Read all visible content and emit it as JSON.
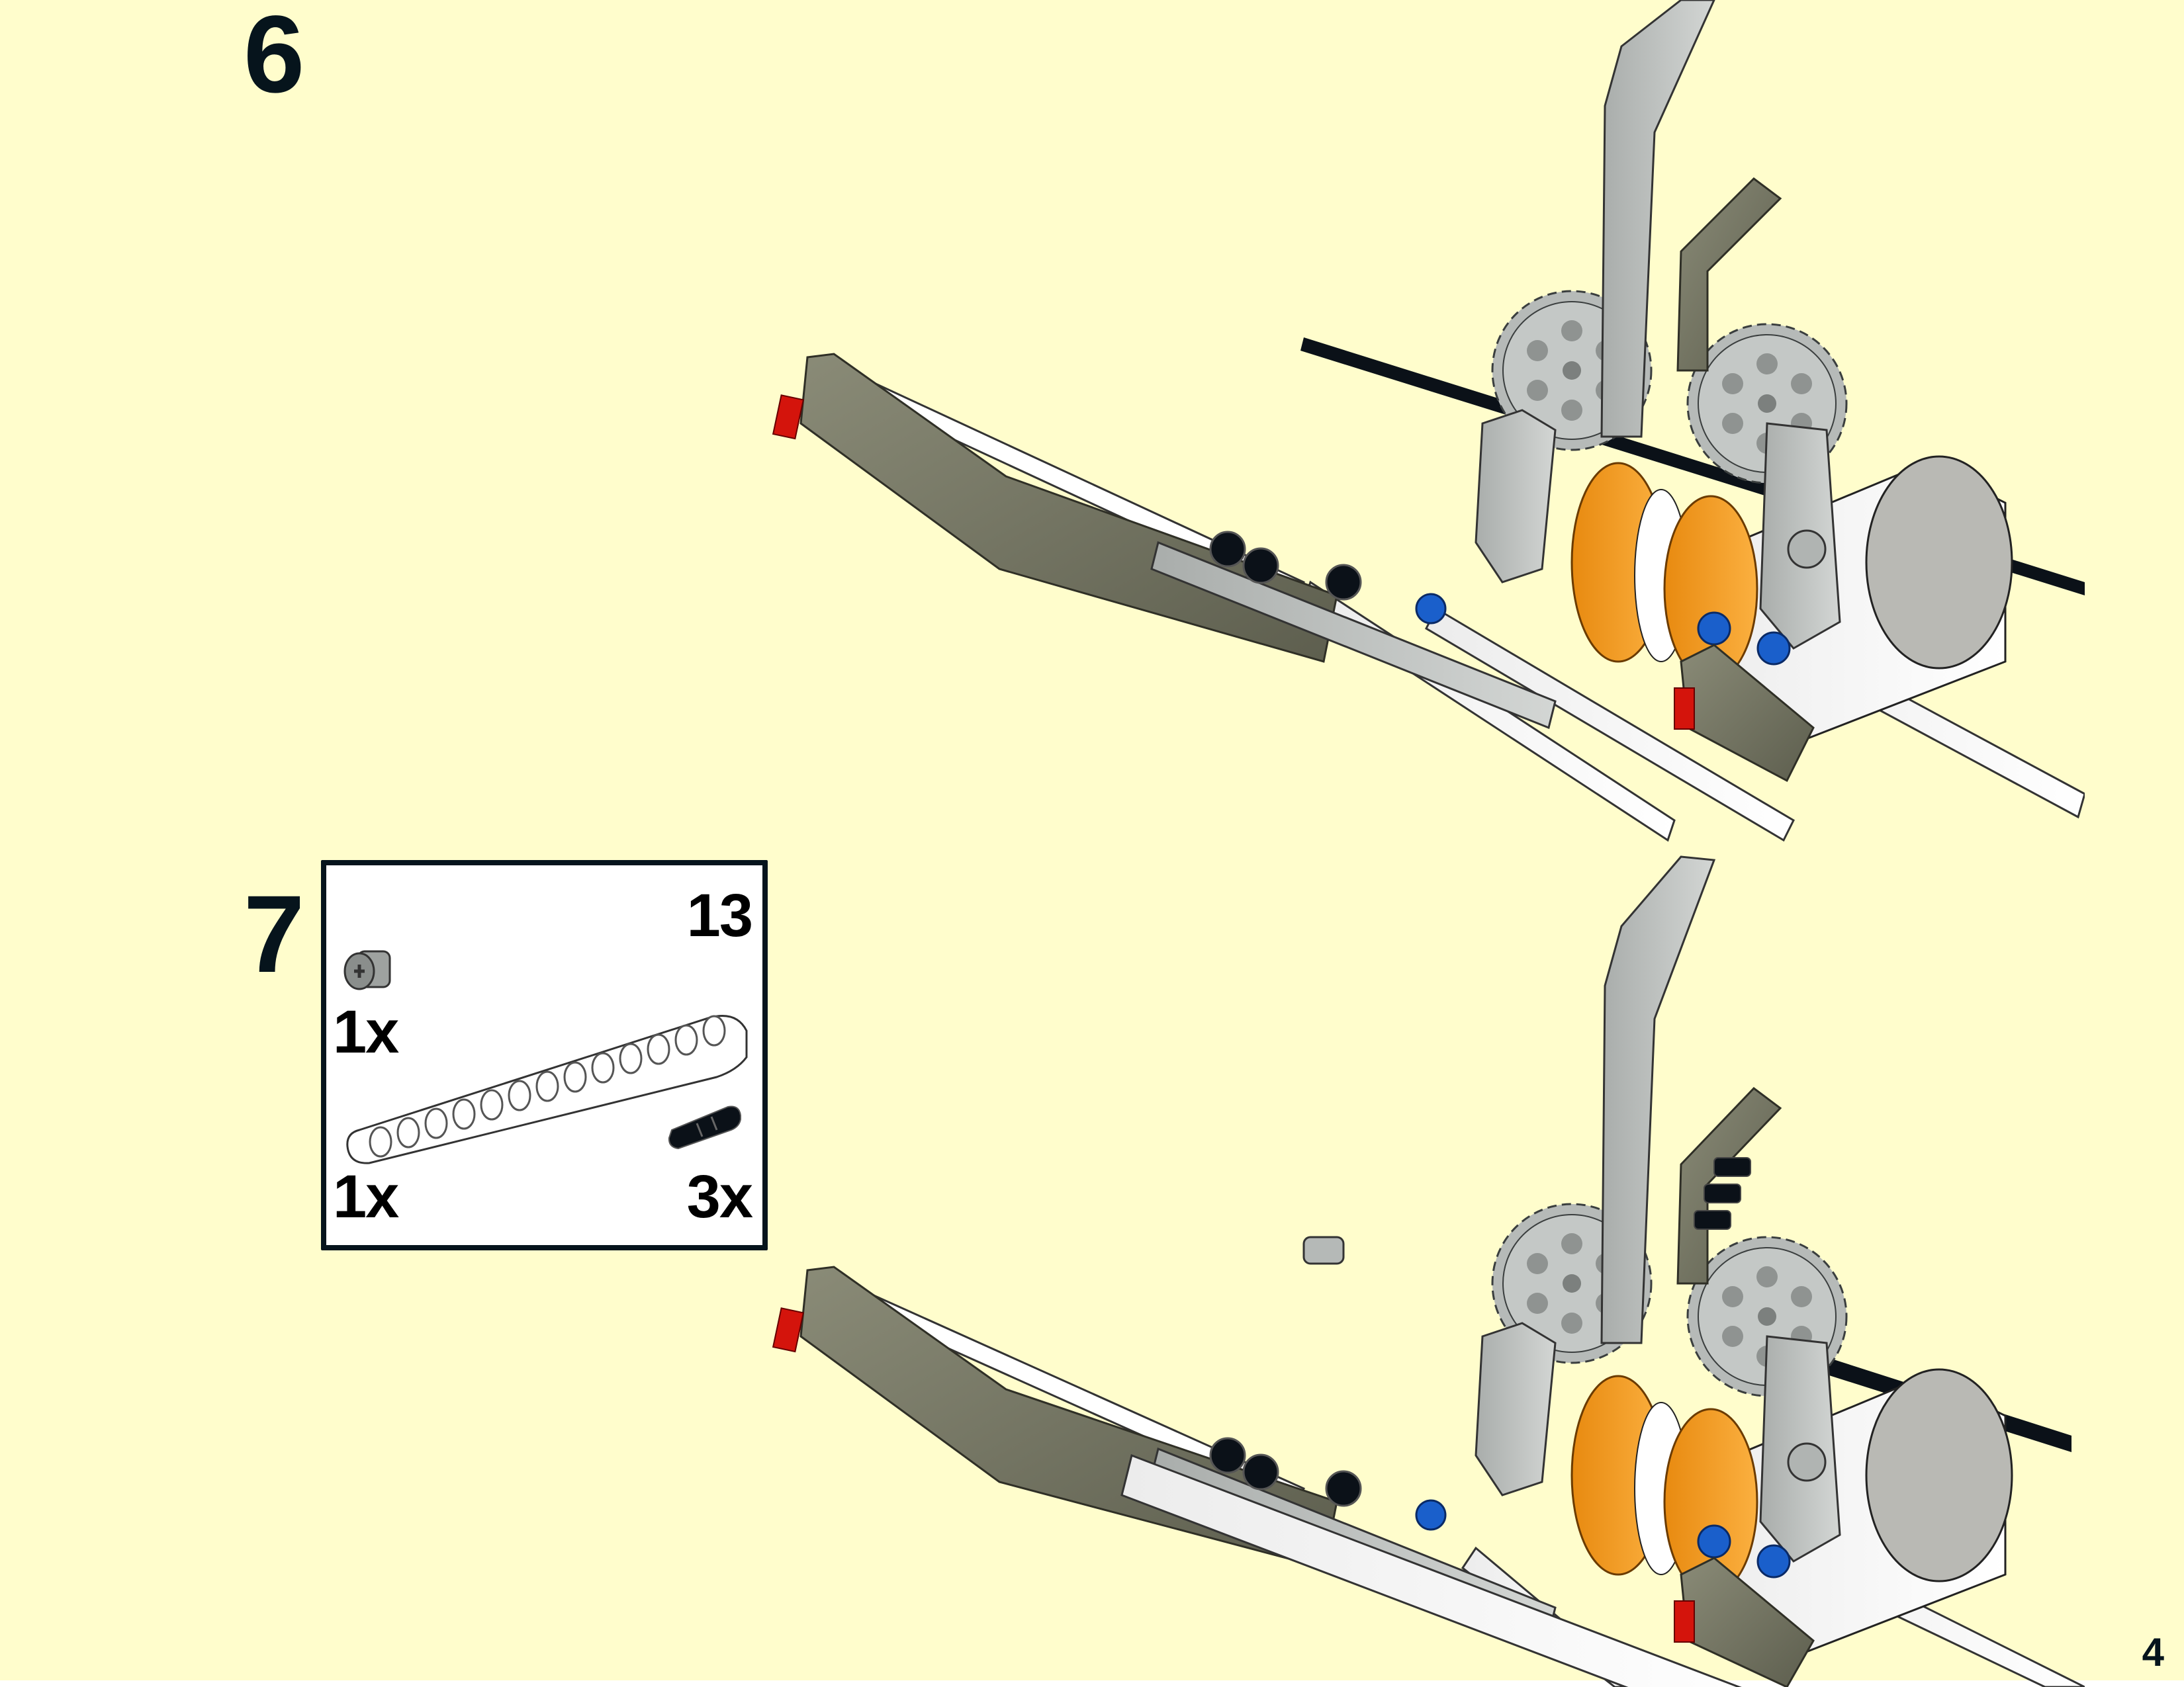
{
  "page": {
    "number": "4",
    "background_color": "#fffdcc"
  },
  "steps": [
    {
      "number": "6",
      "illustration": "assembly-model-step-6"
    },
    {
      "number": "7",
      "illustration": "assembly-model-step-7",
      "parts_list": {
        "items": [
          {
            "part": "bush",
            "color": "light-bluish-gray",
            "quantity": "1x"
          },
          {
            "part": "beam-13",
            "color": "white",
            "length_label": "13",
            "quantity": "1x"
          },
          {
            "part": "axle-pin-connector",
            "color": "black",
            "quantity": "3x"
          }
        ]
      }
    }
  ],
  "colors": {
    "text": "#06141c",
    "light_bluish_gray": "#c2c6c5",
    "dark_tan": "#7c7d69",
    "orange": "#f59b1e",
    "blue": "#1a5fcb",
    "red": "#d4140c",
    "black": "#0b1118",
    "white": "#ffffff"
  }
}
